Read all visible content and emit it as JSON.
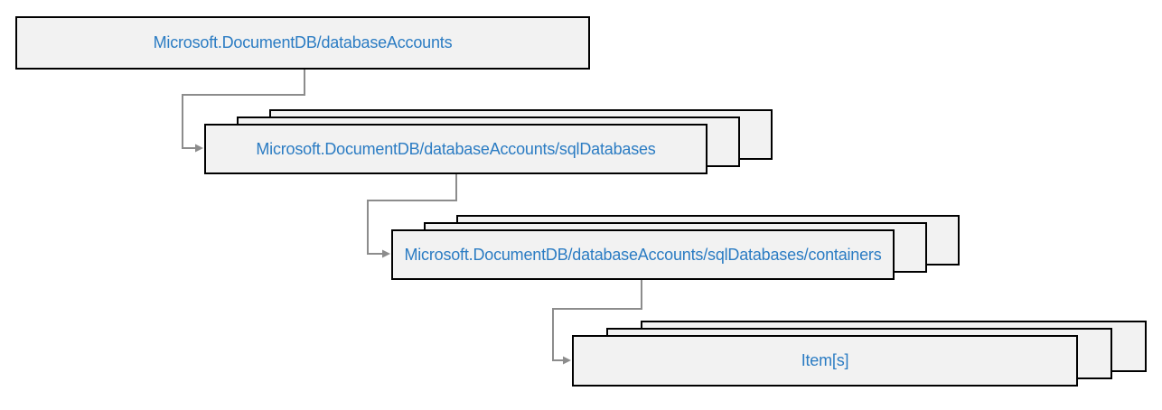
{
  "diagram": {
    "type": "hierarchy",
    "nodes": [
      {
        "label": "Microsoft.DocumentDB/databaseAccounts",
        "stacked": false
      },
      {
        "label": "Microsoft.DocumentDB/databaseAccounts/sqlDatabases",
        "stacked": true
      },
      {
        "label": "Microsoft.DocumentDB/databaseAccounts/sqlDatabases/containers",
        "stacked": true
      },
      {
        "label": "Item[s]",
        "stacked": true
      }
    ],
    "edges": [
      {
        "from": "Microsoft.DocumentDB/databaseAccounts",
        "to": "Microsoft.DocumentDB/databaseAccounts/sqlDatabases"
      },
      {
        "from": "Microsoft.DocumentDB/databaseAccounts/sqlDatabases",
        "to": "Microsoft.DocumentDB/databaseAccounts/sqlDatabases/containers"
      },
      {
        "from": "Microsoft.DocumentDB/databaseAccounts/sqlDatabases/containers",
        "to": "Item[s]"
      }
    ],
    "colors": {
      "box_fill": "#f2f2f2",
      "box_border": "#000000",
      "label": "#2b7cc3",
      "connector": "#8c8c8c",
      "background": "#ffffff"
    }
  }
}
